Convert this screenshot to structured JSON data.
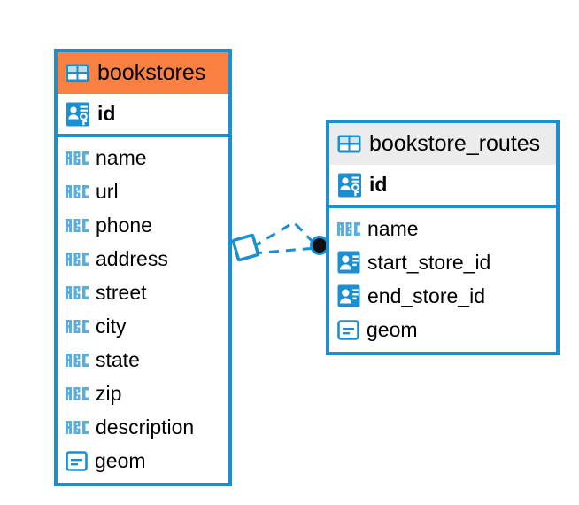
{
  "diagram": {
    "kind": "entity-relationship-diagram",
    "colors": {
      "border_blue": "#1a8fd1",
      "header_accent_orange": "#fb8143",
      "header_neutral_gray": "#ececec",
      "icon_blue": "#1a8fd1",
      "icon_light_blue": "#5aaede",
      "text_black": "#000000",
      "connector_blue": "#1a8fd1",
      "endpoint_fill_black": "#111111",
      "background": "#ffffff"
    },
    "entities": [
      {
        "id": "bookstores",
        "title": "bookstores",
        "header_icon": "table-icon",
        "header_style": "accent",
        "primary_key": {
          "name": "id",
          "icon": "primary-key-icon",
          "type_hint": "key"
        },
        "fields": [
          {
            "name": "name",
            "icon": "abc-text-icon"
          },
          {
            "name": "url",
            "icon": "abc-text-icon"
          },
          {
            "name": "phone",
            "icon": "abc-text-icon"
          },
          {
            "name": "address",
            "icon": "abc-text-icon"
          },
          {
            "name": "street",
            "icon": "abc-text-icon"
          },
          {
            "name": "city",
            "icon": "abc-text-icon"
          },
          {
            "name": "state",
            "icon": "abc-text-icon"
          },
          {
            "name": "zip",
            "icon": "abc-text-icon"
          },
          {
            "name": "description",
            "icon": "abc-text-icon"
          },
          {
            "name": "geom",
            "icon": "geometry-icon"
          }
        ]
      },
      {
        "id": "bookstore_routes",
        "title": "bookstore_routes",
        "header_icon": "table-icon",
        "header_style": "neutral",
        "primary_key": {
          "name": "id",
          "icon": "primary-key-icon",
          "type_hint": "key"
        },
        "fields": [
          {
            "name": "name",
            "icon": "abc-text-icon"
          },
          {
            "name": "start_store_id",
            "icon": "foreign-key-icon"
          },
          {
            "name": "end_store_id",
            "icon": "foreign-key-icon"
          },
          {
            "name": "geom",
            "icon": "geometry-icon"
          }
        ]
      }
    ],
    "relationship": {
      "from_entity": "bookstores",
      "to_entity": "bookstore_routes",
      "line_style": "dashed",
      "source_marker": "diamond-outline",
      "target_marker": "filled-circle",
      "branch_count": 2
    }
  }
}
